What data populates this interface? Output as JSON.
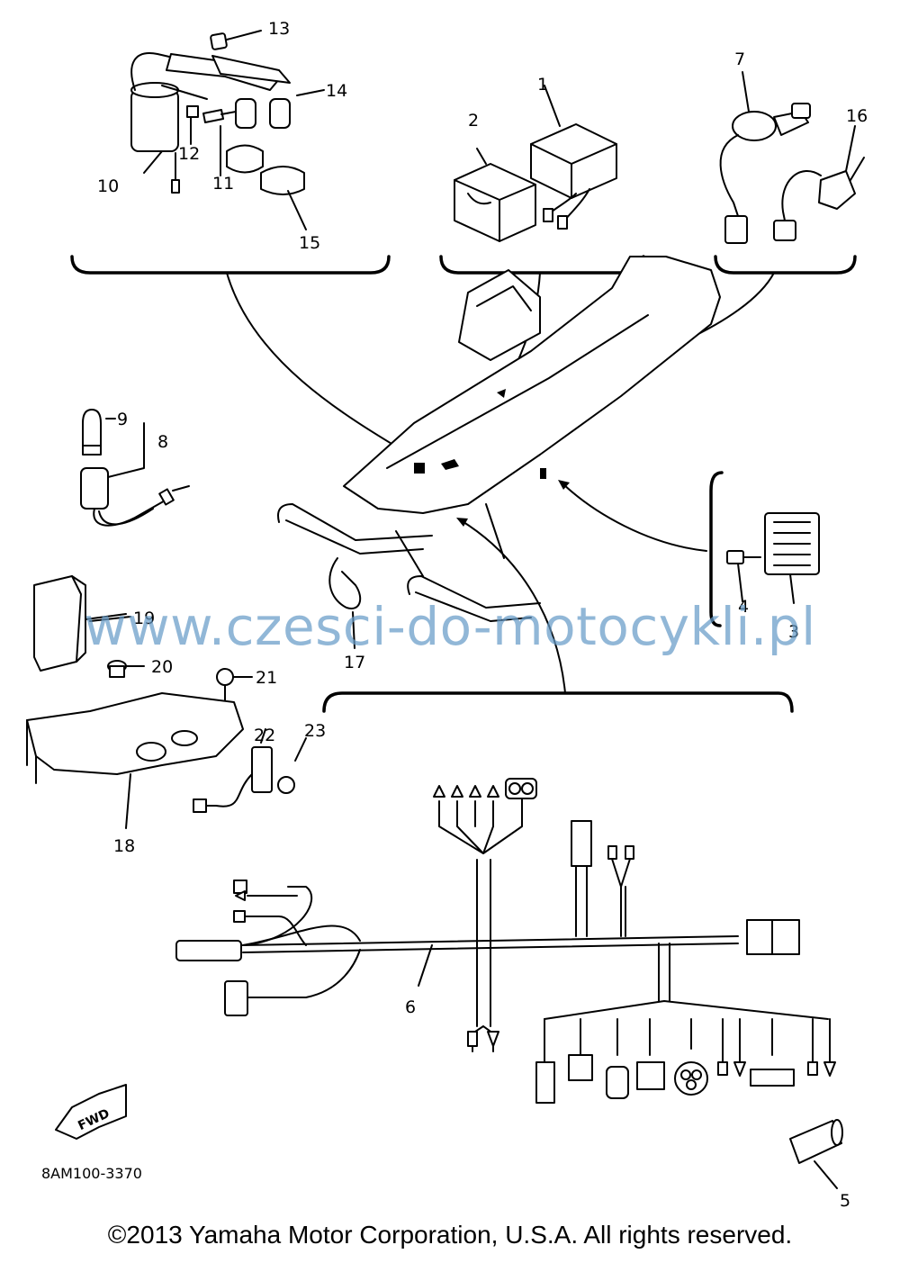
{
  "watermark": "www.czesci-do-motocykli.pl",
  "diagram_code": "8AM100-3370",
  "copyright": "©2013 Yamaha Motor Corporation, U.S.A. All rights reserved.",
  "fwd_label": "FWD",
  "callouts": [
    "1",
    "2",
    "3",
    "4",
    "5",
    "6",
    "7",
    "8",
    "9",
    "10",
    "11",
    "12",
    "13",
    "14",
    "15",
    "16",
    "17",
    "18",
    "19",
    "20",
    "21",
    "22",
    "23"
  ]
}
